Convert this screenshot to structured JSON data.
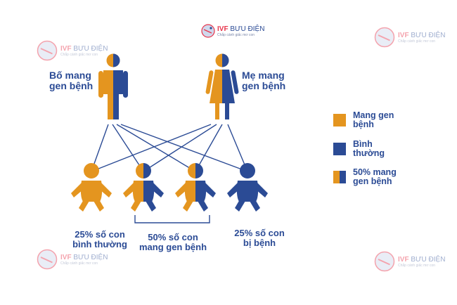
{
  "parents": {
    "father_label": "Bố mang\ngen bệnh",
    "mother_label": "Mẹ mang\ngen bệnh"
  },
  "children": {
    "label_1": "25% số con\nbình thường",
    "label_2": "50% số con\nmang gen bệnh",
    "label_3": "25% số con\nbị bệnh"
  },
  "legend": [
    {
      "label": "Mang gen\nbệnh",
      "kind": "carrier"
    },
    {
      "label": "Bình\nthường",
      "kind": "normal"
    },
    {
      "label": "50% mang\ngen bệnh",
      "kind": "half"
    }
  ],
  "watermark": {
    "prefix": "IVF",
    "brand": "BƯU ĐIỆN",
    "tagline": "Chắp cánh giấc mơ con"
  },
  "colors": {
    "carrier": "#e4951f",
    "normal": "#2b4b95",
    "line": "#2b4b95",
    "text": "#2b4b95",
    "logo_red": "#e7344b"
  }
}
